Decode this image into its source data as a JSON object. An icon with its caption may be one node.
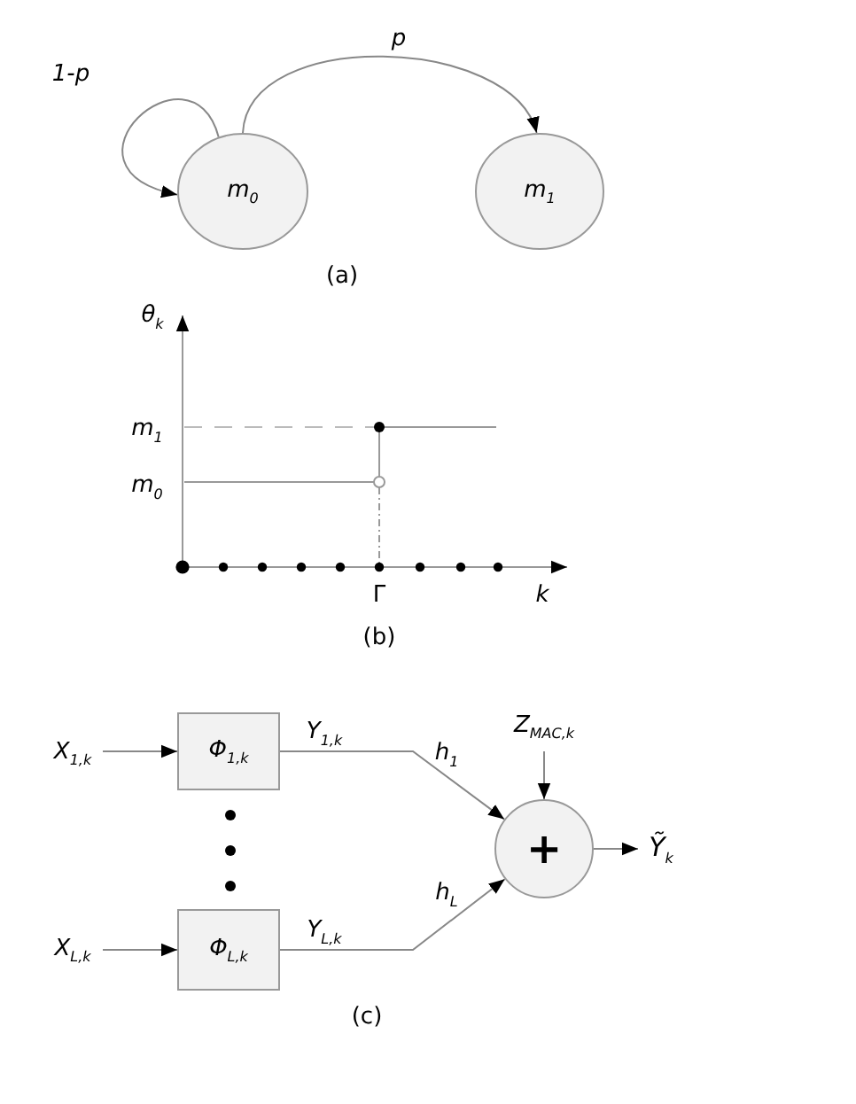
{
  "diagram": {
    "nodes": [
      {
        "text": [
          "m$_{0}$"
        ]
      },
      {
        "text": [
          "m$_{1}$"
        ]
      },
      {
        "text": [
          "X$_{1,k}$"
        ]
      },
      {
        "text": [
          "Φ$_{1,k}$"
        ]
      },
      {
        "text": [
          "X$_{L,k}$"
        ]
      },
      {
        "text": [
          "Φ$_{L,k}$"
        ]
      },
      {
        "text": [
          "+"
        ]
      },
      {
        "text": [
          "Z$_{MAC,k}$"
        ]
      },
      {
        "text": [
          "Ỹ$_{k}$"
        ]
      }
    ],
    "edges": [
      {
        "from": 0,
        "to": 0,
        "arrow": "to",
        "label": "1-p"
      },
      {
        "from": 0,
        "to": 1,
        "arrow": "to",
        "label": "p"
      },
      {
        "from": 2,
        "to": 3,
        "arrow": "to"
      },
      {
        "from": 4,
        "to": 5,
        "arrow": "to"
      },
      {
        "from": 3,
        "to": 6,
        "arrow": "to",
        "label": "Y$_{1,k}$"
      },
      {
        "from": 5,
        "to": 6,
        "arrow": "to",
        "label": "Y$_{L,k}$"
      },
      {
        "from": 7,
        "to": 6,
        "arrow": "to"
      },
      {
        "from": 6,
        "to": 8,
        "arrow": "to"
      }
    ],
    "labels": [
      "(a)",
      "θ$_{k}$",
      "m$_{1}$",
      "m$_{0}$",
      "Γ",
      "k",
      "(b)",
      "h$_{1}$",
      "h$_{L}$",
      "(c)"
    ]
  }
}
